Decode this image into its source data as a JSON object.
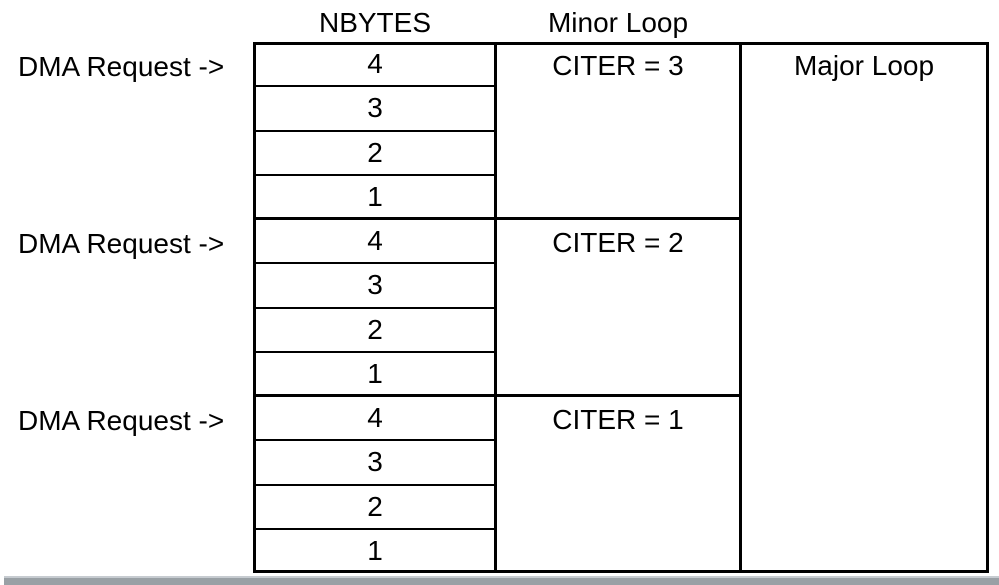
{
  "diagram": {
    "headers": {
      "nbytes": "NBYTES",
      "minor_loop": "Minor Loop"
    },
    "major_loop_label": "Major Loop",
    "dma_request_labels": [
      "DMA Request ->",
      "DMA Request ->",
      "DMA Request ->"
    ],
    "groups": [
      {
        "citer_label": "CITER = 3",
        "nbytes_values": [
          "4",
          "3",
          "2",
          "1"
        ]
      },
      {
        "citer_label": "CITER = 2",
        "nbytes_values": [
          "4",
          "3",
          "2",
          "1"
        ]
      },
      {
        "citer_label": "CITER = 1",
        "nbytes_values": [
          "4",
          "3",
          "2",
          "1"
        ]
      }
    ],
    "colors": {
      "line": "#000000",
      "text": "#000000",
      "background": "#ffffff",
      "footer_bar": "#99a0a5",
      "footer_bar_highlight": "#c6cbd0"
    }
  }
}
